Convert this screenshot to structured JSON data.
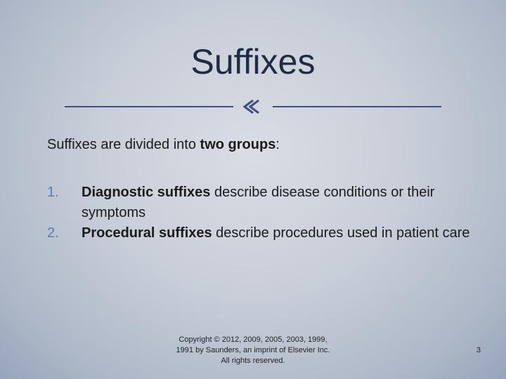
{
  "slide": {
    "title": "Suffixes",
    "intro": {
      "prefix": "Suffixes are divided into ",
      "bold": "two groups",
      "suffix": ":"
    },
    "items": [
      {
        "number": "1.",
        "bold": "Diagnostic suffixes",
        "text": " describe disease conditions or their symptoms"
      },
      {
        "number": "2.",
        "bold": "Procedural suffixes",
        "text": " describe procedures used in patient care"
      }
    ],
    "copyright": "Copyright © 2012, 2009, 2005, 2003, 1999, 1991 by Saunders, an imprint of Elsevier Inc.  All rights reserved.",
    "page_number": "3"
  },
  "colors": {
    "title": "#1e2b43",
    "accent": "#3f4f7e",
    "list_number": "#5d79b4"
  },
  "icons": {
    "divider": "chevron-ornament-icon"
  }
}
